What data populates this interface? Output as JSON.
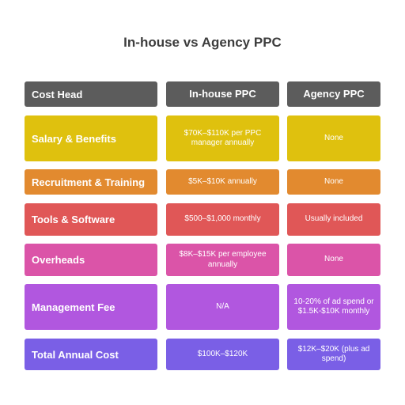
{
  "title": "In-house vs Agency PPC",
  "header": {
    "cost_head": "Cost Head",
    "inhouse": "In-house PPC",
    "agency": "Agency PPC",
    "color": "#5c5c5c"
  },
  "rows": [
    {
      "head": "Salary & Benefits",
      "inhouse": "$70K–$110K per PPC manager annually",
      "agency": "None",
      "color": "#dfc10e"
    },
    {
      "head": "Recruitment & Training",
      "inhouse": "$5K–$10K annually",
      "agency": "None",
      "color": "#e28a2f"
    },
    {
      "head": "Tools & Software",
      "inhouse": "$500–$1,000 monthly",
      "agency": "Usually included",
      "color": "#e05757"
    },
    {
      "head": "Overheads",
      "inhouse": "$8K–$15K per employee annually",
      "agency": "None",
      "color": "#db54a8"
    },
    {
      "head": "Management Fee",
      "inhouse": "N/A",
      "agency": "10-20% of ad spend or $1.5K-$10K monthly",
      "color": "#b157df"
    },
    {
      "head": "Total Annual Cost",
      "inhouse": "$100K–$120K",
      "agency": "$12K–$20K (plus ad spend)",
      "color": "#7a5fe6"
    }
  ]
}
